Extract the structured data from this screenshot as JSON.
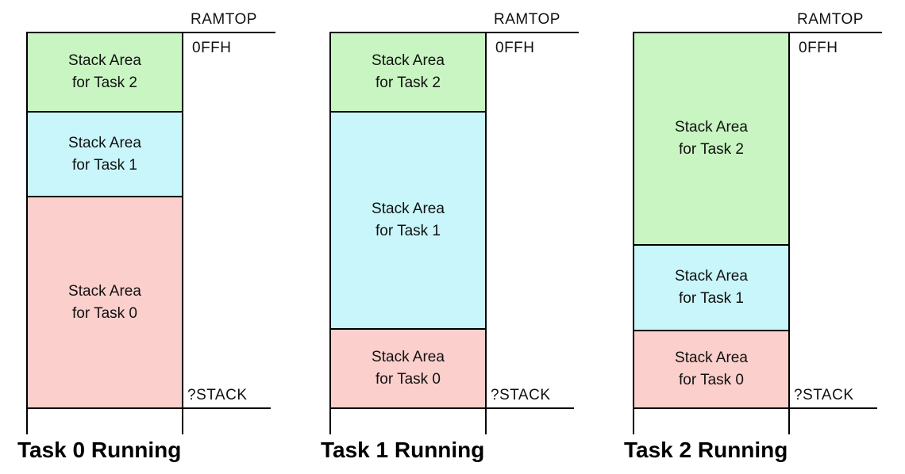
{
  "labels": {
    "ramtop": "RAMTOP",
    "offh": "0FFH",
    "stack": "?STACK"
  },
  "colors": {
    "task0": "#fbcfcb",
    "task1": "#c9f6fb",
    "task2": "#c8f5c1"
  },
  "diagrams": [
    {
      "caption": "Task 0 Running",
      "regions": [
        {
          "line1": "Stack Area",
          "line2": "for Task 2"
        },
        {
          "line1": "Stack Area",
          "line2": "for Task 1"
        },
        {
          "line1": "Stack Area",
          "line2": "for Task 0"
        }
      ]
    },
    {
      "caption": "Task 1 Running",
      "regions": [
        {
          "line1": "Stack Area",
          "line2": "for Task 2"
        },
        {
          "line1": "Stack Area",
          "line2": "for Task 1"
        },
        {
          "line1": "Stack Area",
          "line2": "for Task 0"
        }
      ]
    },
    {
      "caption": "Task 2 Running",
      "regions": [
        {
          "line1": "Stack Area",
          "line2": "for Task 2"
        },
        {
          "line1": "Stack Area",
          "line2": "for Task 1"
        },
        {
          "line1": "Stack Area",
          "line2": "for Task 0"
        }
      ]
    }
  ]
}
